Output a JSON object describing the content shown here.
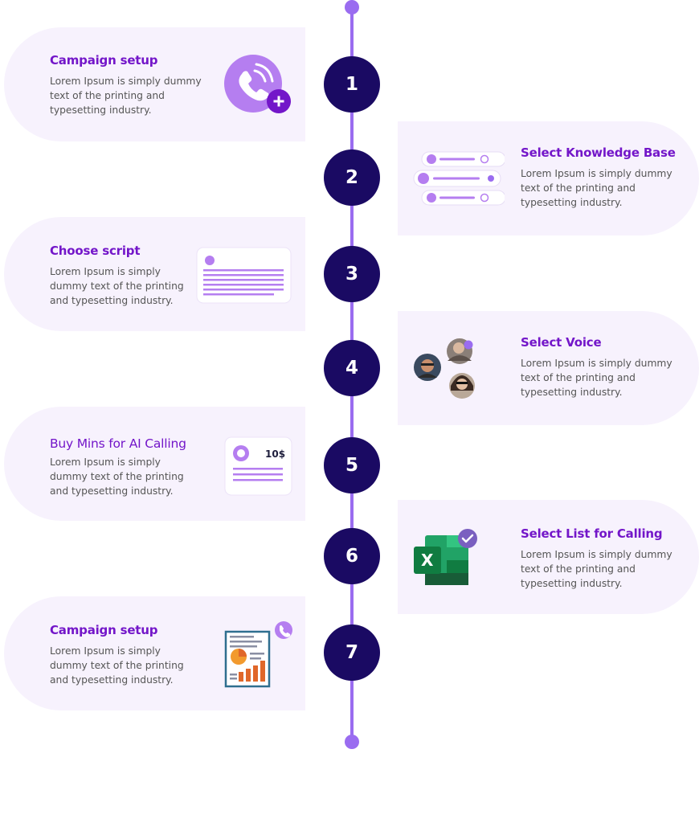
{
  "timeline": {
    "accent": "#9a6cf0",
    "badge_color": "#1a0a63",
    "card_bg": "#f7f2fd",
    "title_color": "#7316c9"
  },
  "steps": [
    {
      "number": "1",
      "title": "Campaign setup",
      "side": "left",
      "icon": "phone-add-icon",
      "lines": [
        "Lorem Ipsum is simply dummy",
        "text of the printing and",
        "typesetting industry."
      ]
    },
    {
      "number": "2",
      "title": "Select Knowledge Base",
      "side": "right",
      "icon": "knowledge-list-icon",
      "lines": [
        "Lorem Ipsum is simply dummy",
        "text of the printing and",
        "typesetting industry."
      ]
    },
    {
      "number": "3",
      "title": "Choose script",
      "side": "left",
      "icon": "script-document-icon",
      "lines": [
        "Lorem Ipsum is simply",
        "dummy text of the printing",
        "and typesetting industry."
      ]
    },
    {
      "number": "4",
      "title": "Select Voice",
      "side": "right",
      "icon": "voice-avatars-icon",
      "lines": [
        "Lorem Ipsum is simply dummy",
        "text of the printing and",
        "typesetting industry."
      ]
    },
    {
      "number": "5",
      "title": "Buy Mins for AI Calling",
      "side": "left",
      "icon": "price-card-icon",
      "price": "10$",
      "lines": [
        "Lorem Ipsum is simply",
        "dummy text of the printing",
        "and typesetting industry."
      ]
    },
    {
      "number": "6",
      "title": "Select List for Calling",
      "side": "right",
      "icon": "excel-check-icon",
      "excel_letter": "X",
      "lines": [
        "Lorem Ipsum is simply dummy",
        "text of the printing and",
        "typesetting industry."
      ]
    },
    {
      "number": "7",
      "title": "Campaign setup",
      "side": "left",
      "icon": "report-chart-icon",
      "lines": [
        "Lorem Ipsum is simply",
        "dummy text of the printing",
        "and typesetting industry."
      ]
    }
  ]
}
